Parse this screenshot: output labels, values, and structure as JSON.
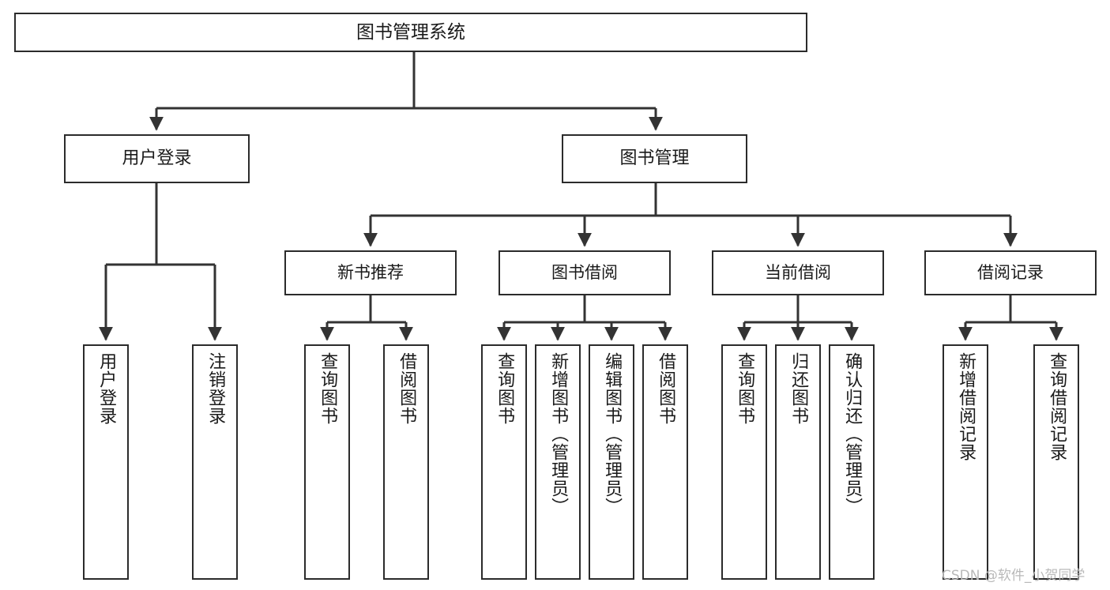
{
  "diagram": {
    "title": "图书管理系统",
    "type": "tree-hierarchy-chart",
    "orientation": "top-down",
    "colors": {
      "box_border": "#2b2b2b",
      "box_fill": "#ffffff",
      "connector": "#333333",
      "text": "#1a1a1a",
      "watermark": "#b9b9b9",
      "background": "#ffffff"
    }
  },
  "root": {
    "label": "图书管理系统"
  },
  "level2": [
    {
      "label": "用户登录"
    },
    {
      "label": "图书管理"
    }
  ],
  "level3": [
    {
      "label": "新书推荐"
    },
    {
      "label": "图书借阅"
    },
    {
      "label": "当前借阅"
    },
    {
      "label": "借阅记录"
    }
  ],
  "leaves": {
    "user_login": [
      {
        "label": "用户登录"
      },
      {
        "label": "注销登录"
      }
    ],
    "new_book_recommend": [
      {
        "label": "查询图书"
      },
      {
        "label": "借阅图书"
      }
    ],
    "book_borrow": [
      {
        "label": "查询图书"
      },
      {
        "label": "新增图书（管理员）"
      },
      {
        "label": "编辑图书（管理员）"
      },
      {
        "label": "借阅图书"
      }
    ],
    "current_borrow": [
      {
        "label": "查询图书"
      },
      {
        "label": "归还图书"
      },
      {
        "label": "确认归还（管理员）"
      }
    ],
    "borrow_record": [
      {
        "label": "新增借阅记录"
      },
      {
        "label": "查询借阅记录"
      }
    ]
  },
  "watermark": {
    "text": "CSDN @软件_小贺同学"
  }
}
